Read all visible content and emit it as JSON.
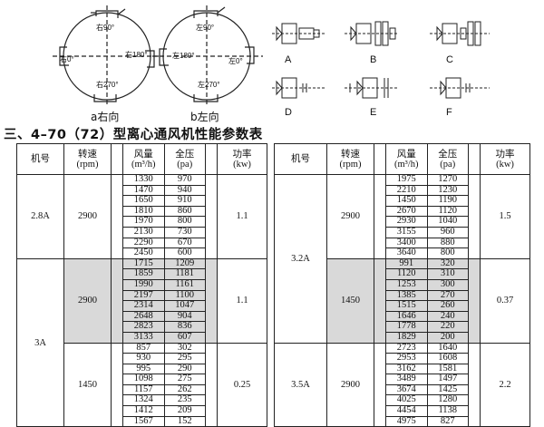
{
  "diagrams": {
    "left_angles": [
      "右90°",
      "右0°",
      "右180°",
      "右270°"
    ],
    "right_angles": [
      "左90°",
      "左180°",
      "左0°",
      "左270°"
    ],
    "captions": [
      "a右向",
      "b左向"
    ],
    "drive_labels": [
      "A",
      "B",
      "C",
      "D",
      "E",
      "F"
    ]
  },
  "heading": "三、4–70（72）型离心通风机性能参数表",
  "headers": {
    "model": "机号",
    "speed": [
      "转速",
      "(rpm)"
    ],
    "flow": [
      "风量",
      "(m³/h)"
    ],
    "pressure": [
      "全压",
      "(pa)"
    ],
    "power": [
      "功率",
      "(kw)"
    ]
  },
  "left_table": [
    {
      "model": "2.8A",
      "speed": "2900",
      "power": "1.1",
      "shade": false,
      "flow": [
        "1330",
        "1470",
        "1650",
        "1810",
        "1970",
        "2130",
        "2290",
        "2450"
      ],
      "pressure": [
        "970",
        "940",
        "910",
        "860",
        "800",
        "730",
        "670",
        "600"
      ]
    },
    {
      "model": "3A",
      "speed": "2900",
      "power": "1.1",
      "shade": true,
      "flow": [
        "1715",
        "1859",
        "1990",
        "2197",
        "2314",
        "2648",
        "2823",
        "3133"
      ],
      "pressure": [
        "1209",
        "1181",
        "1161",
        "1100",
        "1047",
        "904",
        "836",
        "607"
      ]
    },
    {
      "model": "",
      "speed": "1450",
      "power": "0.25",
      "shade": false,
      "flow": [
        "857",
        "930",
        "995",
        "1098",
        "1157",
        "1324",
        "1412",
        "1567"
      ],
      "pressure": [
        "302",
        "295",
        "290",
        "275",
        "262",
        "235",
        "209",
        "152"
      ]
    }
  ],
  "right_table": [
    {
      "model": "3.2A",
      "speed": "2900",
      "power": "1.5",
      "shade": false,
      "flow": [
        "1975",
        "2210",
        "1450",
        "2670",
        "2930",
        "3155",
        "3400",
        "3640"
      ],
      "pressure": [
        "1270",
        "1230",
        "1190",
        "1120",
        "1040",
        "960",
        "880",
        "800"
      ]
    },
    {
      "model": "",
      "speed": "1450",
      "power": "0.37",
      "shade": true,
      "flow": [
        "991",
        "1120",
        "1253",
        "1385",
        "1515",
        "1646",
        "1778",
        "1829"
      ],
      "pressure": [
        "320",
        "310",
        "300",
        "270",
        "260",
        "240",
        "220",
        "200"
      ]
    },
    {
      "model": "3.5A",
      "speed": "2900",
      "power": "2.2",
      "shade": false,
      "flow": [
        "2723",
        "2953",
        "3162",
        "3489",
        "3674",
        "4025",
        "4454",
        "4975"
      ],
      "pressure": [
        "1640",
        "1608",
        "1581",
        "1497",
        "1425",
        "1280",
        "1138",
        "827"
      ]
    }
  ]
}
